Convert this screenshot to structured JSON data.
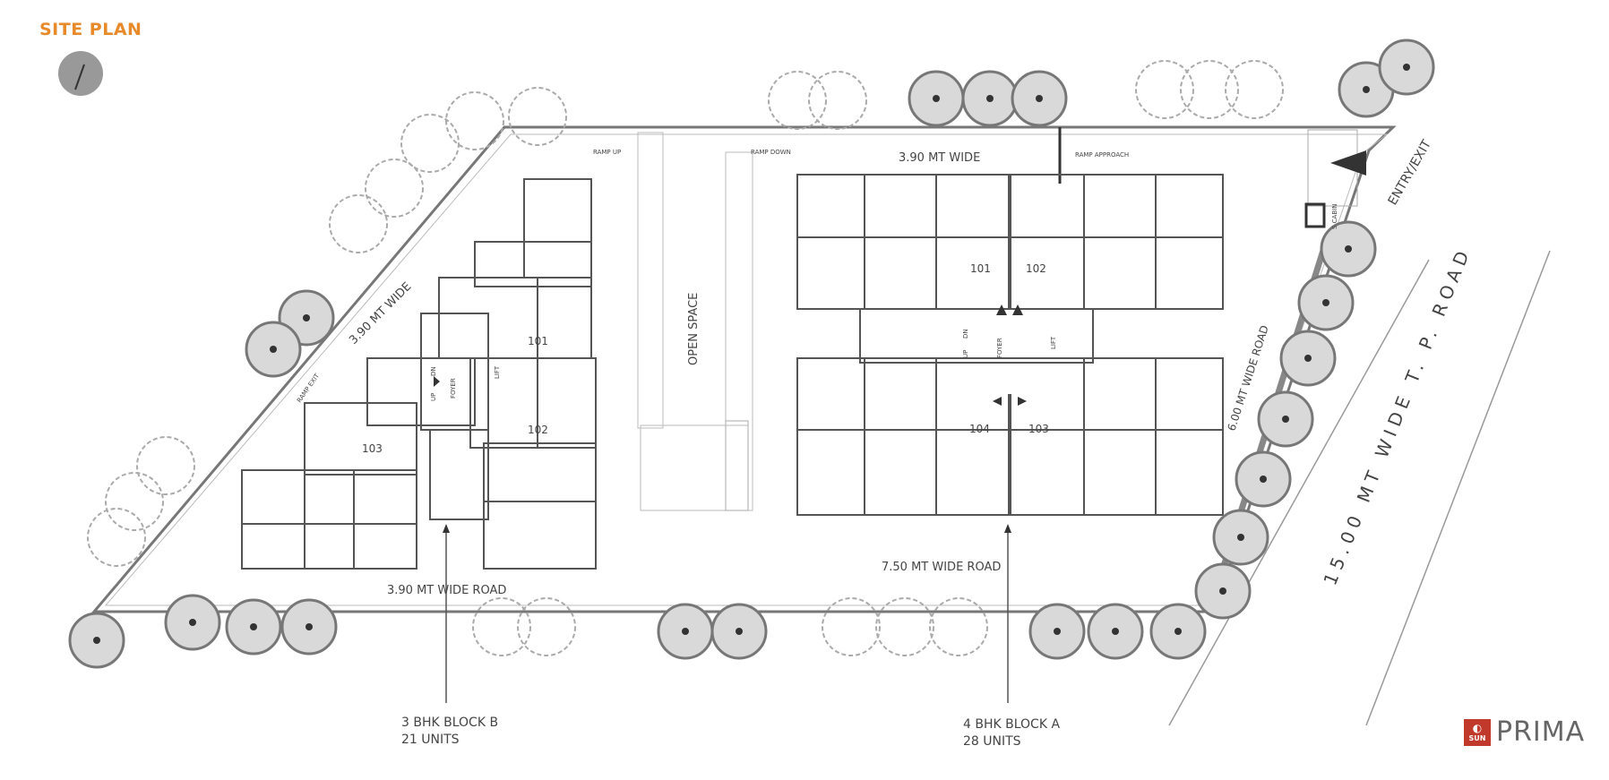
{
  "title": "SITE PLAN",
  "roads": {
    "top_road": "3.90 MT WIDE",
    "left_diagonal": "3.90 MT WIDE",
    "bottom_left": "3.90 MT WIDE ROAD",
    "bottom_right": "7.50 MT WIDE ROAD",
    "right_road": "6.00 MT WIDE ROAD",
    "tp_road": "15.00 MT WIDE T. P. ROAD"
  },
  "labels": {
    "entry_exit": "ENTRY/EXIT",
    "open_space": "OPEN SPACE",
    "ramp_up": "RAMP UP",
    "ramp_down": "RAMP DOWN",
    "ramp_exit": "RAMP EXIT",
    "ramp_approach": "RAMP APPROACH",
    "cabin": "S CABIN",
    "foyer": "FOYER",
    "lift": "LIFT",
    "up": "UP",
    "dn": "DN"
  },
  "block_b": {
    "title": "3 BHK BLOCK B",
    "units_count": "21 UNITS",
    "units": [
      "101",
      "102",
      "103"
    ]
  },
  "block_a": {
    "title": "4 BHK BLOCK A",
    "units_count": "28 UNITS",
    "units": [
      "101",
      "102",
      "103",
      "104"
    ]
  },
  "logo": {
    "badge": "SUN",
    "wordmark": "PRIMA"
  },
  "colors": {
    "title": "#e8892a",
    "lines": "#555555",
    "tree": "#9a9a9a",
    "logo_red": "#c0392b"
  }
}
